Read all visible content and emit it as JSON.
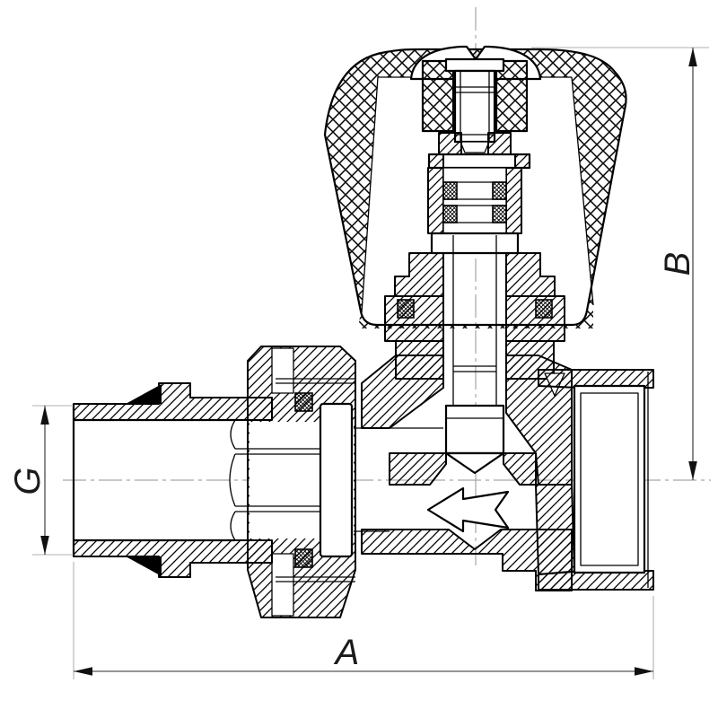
{
  "drawing": {
    "kind": "valve-cross-section-technical-drawing",
    "dimension_labels": {
      "width": "A",
      "height": "B",
      "thread_size": "G"
    },
    "colors": {
      "line": "#000000",
      "centerline": "#a6a6a6",
      "extension_line": "#b0b0b0",
      "dimension_line": "#2b2b2b",
      "label": "#1a1a1a",
      "background": "#ffffff"
    }
  }
}
